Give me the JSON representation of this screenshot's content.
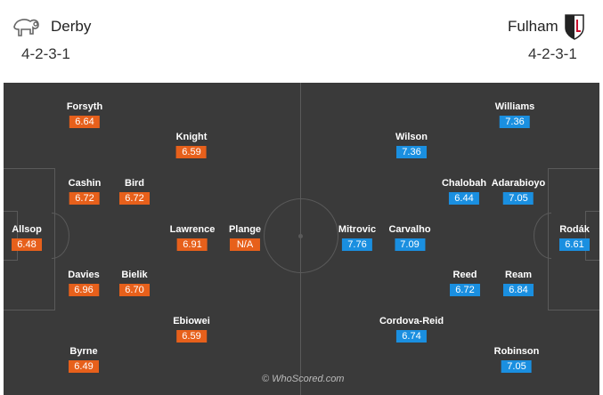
{
  "home": {
    "name": "Derby",
    "formation": "4-2-3-1",
    "players": [
      {
        "name": "Forsyth",
        "rating": "6.64"
      },
      {
        "name": "Knight",
        "rating": "6.59"
      },
      {
        "name": "Cashin",
        "rating": "6.72"
      },
      {
        "name": "Bird",
        "rating": "6.72"
      },
      {
        "name": "Allsop",
        "rating": "6.48"
      },
      {
        "name": "Lawrence",
        "rating": "6.91"
      },
      {
        "name": "Plange",
        "rating": "N/A"
      },
      {
        "name": "Davies",
        "rating": "6.96"
      },
      {
        "name": "Bielik",
        "rating": "6.70"
      },
      {
        "name": "Ebiowei",
        "rating": "6.59"
      },
      {
        "name": "Byrne",
        "rating": "6.49"
      }
    ]
  },
  "away": {
    "name": "Fulham",
    "formation": "4-2-3-1",
    "players": [
      {
        "name": "Williams",
        "rating": "7.36"
      },
      {
        "name": "Wilson",
        "rating": "7.36"
      },
      {
        "name": "Chalobah",
        "rating": "6.44"
      },
      {
        "name": "Adarabioyo",
        "rating": "7.05"
      },
      {
        "name": "Mitrovic",
        "rating": "7.76"
      },
      {
        "name": "Carvalho",
        "rating": "7.09"
      },
      {
        "name": "Rodák",
        "rating": "6.61"
      },
      {
        "name": "Reed",
        "rating": "6.72"
      },
      {
        "name": "Ream",
        "rating": "6.84"
      },
      {
        "name": "Cordova-Reid",
        "rating": "6.74"
      },
      {
        "name": "Robinson",
        "rating": "7.05"
      }
    ]
  },
  "watermark": "© WhoScored.com",
  "colors": {
    "home_rating": "#e7601b",
    "away_rating": "#1a8fe0",
    "pitch": "#3a3a3a"
  },
  "icons": {
    "home_crest": "derby-ram-icon",
    "away_crest": "fulham-crest-icon"
  }
}
